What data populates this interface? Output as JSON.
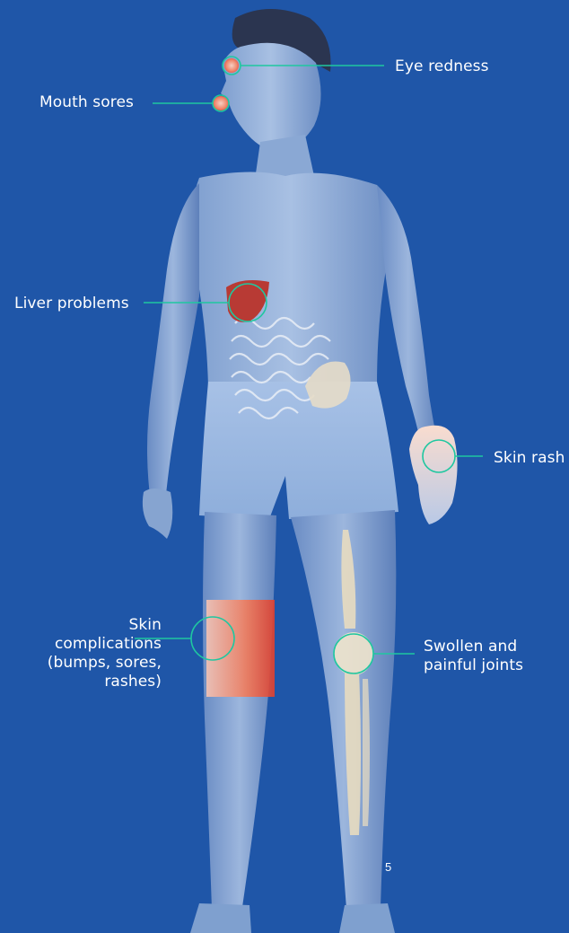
{
  "labels": {
    "eye": "Eye redness",
    "mouth": "Mouth sores",
    "liver": "Liver problems",
    "rash": "Skin rash",
    "skin_line1": "Skin",
    "skin_line2": "complications",
    "skin_line3": "(bumps, sores,",
    "skin_line4": "rashes)",
    "joints_line1": "Swollen and",
    "joints_line2": "painful joints"
  },
  "page_number": "5",
  "colors": {
    "background": "#1f56a8",
    "callout": "#1fc7a0",
    "highlight": "#f05a3a"
  }
}
